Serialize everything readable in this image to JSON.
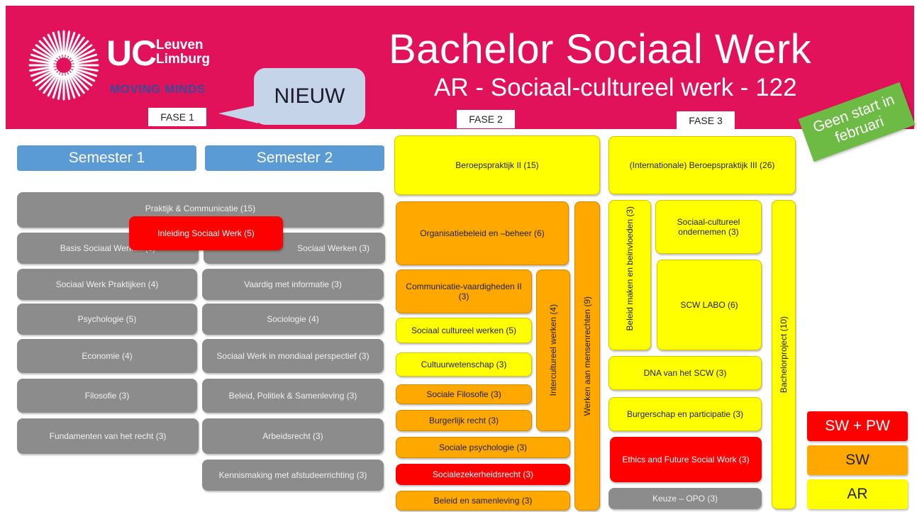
{
  "header": {
    "title": "Bachelor Sociaal Werk",
    "subtitle": "AR - Sociaal-cultureel werk  - 122",
    "logo": {
      "uc": "UC",
      "leuven": "Leuven",
      "limburg": "Limburg",
      "tagline": "MOVING MINDS"
    },
    "colors": {
      "header_bg": "#e2125a"
    }
  },
  "badges": {
    "nieuw": "NIEUW",
    "geen_start": "Geen start in februari"
  },
  "fases": {
    "fase1": "FASE 1",
    "fase2": "FASE 2",
    "fase3": "FASE 3"
  },
  "semesters": {
    "s1": "Semester 1",
    "s2": "Semester 2"
  },
  "fase1": {
    "praktijk": "Praktijk & Communicatie (15)",
    "inleiding": "Inleiding  Sociaal  Werk  (5)",
    "basis": "Basis Sociaal Werken (3)",
    "right_basis": "Sociaal Werken (3)",
    "s1": [
      "Sociaal Werk Praktijken (4)",
      "Psychologie (5)",
      "Economie (4)",
      "Filosofie (3)",
      "Fundamenten van het recht (3)"
    ],
    "s2": [
      "Vaardig met informatie (3)",
      "Sociologie (4)",
      "Sociaal Werk in mondiaal perspectief (3)",
      "Beleid, Politiek & Samenleving (3)",
      "Arbeidsrecht (3)",
      "Kennismaking met afstudeerrichting (3)"
    ]
  },
  "fase2": {
    "beroepspraktijk": "Beroepspraktijk  II (15)",
    "organisatie": "Organisatiebeleid  en –beheer (6)",
    "communicatie": "Communicatie-vaardigheden  II (3)",
    "sociaal_cultureel": "Sociaal  cultureel  werken (5)",
    "cultuur": "Cultuurwetenschap (3)",
    "filosofie": "Sociale  Filosofie (3)",
    "burgerlijk": "Burgerlijk  recht (3)",
    "psychologie": "Sociale  psychologie (3)",
    "zekerheid": "Socialezekerheidsrecht (3)",
    "beleid": "Beleid  en  samenleving (3)",
    "intercultureel": "Intercultureel  werken (4)",
    "mensenrechten": "Werken aan mensenrechten (9)"
  },
  "fase3": {
    "beroepspraktijk": "(Internationale)  Beroepspraktijk  III (26)",
    "beleid_maken": "Beleid  maken en beinvloeden (3)",
    "ondernemen": "Sociaal-cultureel ondernemen (3)",
    "labo": "SCW LABO (6)",
    "dna": "DNA van het SCW (3)",
    "burgerschap": "Burgerschap  en  participatie (3)",
    "ethics": "Ethics and Future Social Work (3)",
    "keuze": "Keuze – OPO (3)",
    "bachelorproject": "Bachelorproject (10)"
  },
  "legend": {
    "items": [
      {
        "label": "SW + PW",
        "color": "#ff0000"
      },
      {
        "label": "SW",
        "color": "#ffa800"
      },
      {
        "label": "AR",
        "color": "#ffff00"
      }
    ]
  }
}
